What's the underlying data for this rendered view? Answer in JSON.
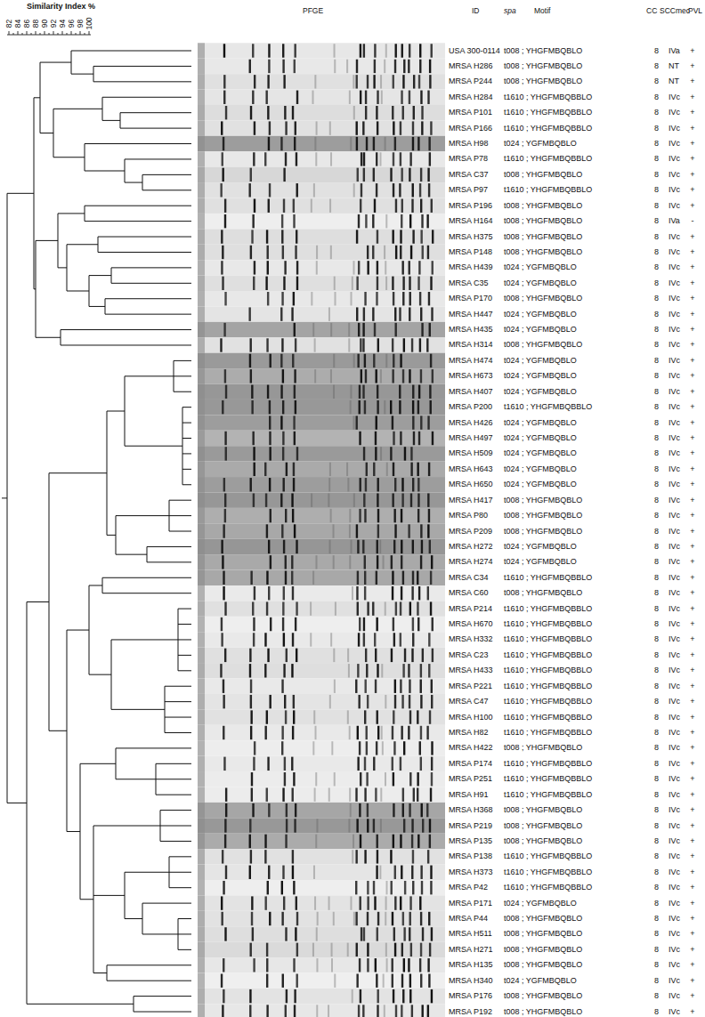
{
  "diagram": {
    "labels": [
      "Similarity Index %",
      "82",
      "84",
      "86",
      "88",
      "90",
      "92",
      "94",
      "96",
      "98",
      "100",
      "PFGE",
      "ID",
      "spa",
      "Motif",
      "CC",
      "SCCmec",
      "PVL",
      "USA 300-0114",
      "t008 ; YHGFMBQBLO",
      "8",
      "IVa",
      "+",
      "MRSA H286",
      "t008 ; YHGFMBQBLO",
      "8",
      "NT",
      "+",
      "MRSA P244",
      "t008 ; YHGFMBQBLO",
      "8",
      "NT",
      "+",
      "MRSA H284",
      "t1610 ; YHGFMBQBBLO",
      "8",
      "IVc",
      "+",
      "MRSA P101",
      "t1610 ; YHGFMBQBBLO",
      "8",
      "IVc",
      "+",
      "MRSA P166",
      "t1610 ; YHGFMBQBBLO",
      "8",
      "IVc",
      "+",
      "MRSA H98",
      "t024 ; YGFMBQBLO",
      "8",
      "IVc",
      "+",
      "MRSA P78",
      "t1610 ; YHGFMBQBBLO",
      "8",
      "IVc",
      "+",
      "MRSA C37",
      "t008 ; YHGFMBQBLO",
      "8",
      "IVc",
      "+",
      "MRSA P97",
      "t1610 ; YHGFMBQBBLO",
      "8",
      "IVc",
      "+",
      "MRSA P196",
      "t008 ; YHGFMBQBLO",
      "8",
      "IVc",
      "+",
      "MRSA H164",
      "t008 ; YHGFMBQBLO",
      "8",
      "IVa",
      "-",
      "MRSA H375",
      "t008 ; YHGFMBQBLO",
      "8",
      "IVc",
      "+",
      "MRSA P148",
      "t008 ; YHGFMBQBLO",
      "8",
      "IVc",
      "+",
      "MRSA H439",
      "t024 ; YGFMBQBLO",
      "8",
      "IVc",
      "+",
      "MRSA C35",
      "t024 ; YGFMBQBLO",
      "8",
      "IVc",
      "+",
      "MRSA P170",
      "t008 ; YHGFMBQBLO",
      "8",
      "IVc",
      "+",
      "MRSA H447",
      "t024 ; YGFMBQBLO",
      "8",
      "IVc",
      "+",
      "MRSA H435",
      "t024 ; YGFMBQBLO",
      "8",
      "IVc",
      "+",
      "MRSA H314",
      "t008 ; YHGFMBQBLO",
      "8",
      "IVc",
      "+",
      "MRSA H474",
      "t024 ; YGFMBQBLO",
      "8",
      "IVc",
      "+",
      "MRSA H673",
      "t024 ; YGFMBQBLO",
      "8",
      "IVc",
      "+",
      "MRSA H407",
      "t024 ; YGFMBQBLO",
      "8",
      "IVc",
      "+",
      "MRSA P200",
      "t1610 ; YHGFMBQBBLO",
      "8",
      "IVc",
      "+",
      "MRSA H426",
      "t024 ; YGFMBQBLO",
      "8",
      "IVc",
      "+",
      "MRSA H497",
      "t024 ; YGFMBQBLO",
      "8",
      "IVc",
      "+",
      "MRSA H509",
      "t024 ; YGFMBQBLO",
      "8",
      "IVc",
      "+",
      "MRSA H643",
      "t024 ; YGFMBQBLO",
      "8",
      "IVc",
      "+",
      "MRSA H650",
      "t024 ; YGFMBQBLO",
      "8",
      "IVc",
      "+",
      "MRSA H417",
      "t008 ; YHGFMBQBLO",
      "8",
      "IVc",
      "+",
      "MRSA P80",
      "t008 ; YHGFMBQBLO",
      "8",
      "IVc",
      "+",
      "MRSA P209",
      "t008 ; YHGFMBQBLO",
      "8",
      "IVc",
      "+",
      "MRSA H272",
      "t024 ; YGFMBQBLO",
      "8",
      "IVc",
      "+",
      "MRSA H274",
      "t024 ; YGFMBQBLO",
      "8",
      "IVc",
      "+",
      "MRSA C34",
      "t1610 ; YHGFMBQBBLO",
      "8",
      "IVc",
      "+",
      "MRSA C60",
      "t008 ; YHGFMBQBLO",
      "8",
      "IVc",
      "+",
      "MRSA P214",
      "t1610 ; YHGFMBQBBLO",
      "8",
      "IVc",
      "+",
      "MRSA H670",
      "t1610 ; YHGFMBQBBLO",
      "8",
      "IVc",
      "+",
      "MRSA H332",
      "t1610 ; YHGFMBQBBLO",
      "8",
      "IVc",
      "+",
      "MRSA C23",
      "t1610 ; YHGFMBQBBLO",
      "8",
      "IVc",
      "+",
      "MRSA H433",
      "t1610 ; YHGFMBQBBLO",
      "8",
      "IVc",
      "+",
      "MRSA P221",
      "t1610 ; YHGFMBQBBLO",
      "8",
      "IVc",
      "+",
      "MRSA C47",
      "t1610 ; YHGFMBQBBLO",
      "8",
      "IVc",
      "+",
      "MRSA H100",
      "t1610 ; YHGFMBQBBLO",
      "8",
      "IVc",
      "+",
      "MRSA H82",
      "t1610 ; YHGFMBQBBLO",
      "8",
      "IVc",
      "+",
      "MRSA H422",
      "t008 ; YHGFMBQBLO",
      "8",
      "IVc",
      "+",
      "MRSA P174",
      "t1610 ; YHGFMBQBBLO",
      "8",
      "IVc",
      "+",
      "MRSA P251",
      "t1610 ; YHGFMBQBBLO",
      "8",
      "IVc",
      "+",
      "MRSA H91",
      "t1610 ; YHGFMBQBBLO",
      "8",
      "IVc",
      "+",
      "MRSA H368",
      "t008 ; YHGFMBQBLO",
      "8",
      "IVc",
      "+",
      "MRSA P219",
      "t008 ; YHGFMBQBLO",
      "8",
      "IVc",
      "+",
      "MRSA P135",
      "t008 ; YHGFMBQBLO",
      "8",
      "IVc",
      "+",
      "MRSA P138",
      "t1610 ; YHGFMBQBBLO",
      "8",
      "IVc",
      "+",
      "MRSA H373",
      "t1610 ; YHGFMBQBBLO",
      "8",
      "IVc",
      "+",
      "MRSA P42",
      "t1610 ; YHGFMBQBBLO",
      "8",
      "IVc",
      "+",
      "MRSA P171",
      "t024 ; YGFMBQBLO",
      "8",
      "IVc",
      "+",
      "MRSA P44",
      "t008 ; YHGFMBQBLO",
      "8",
      "IVc",
      "+",
      "MRSA H511",
      "t008 ; YHGFMBQBLO",
      "8",
      "IVc",
      "+",
      "MRSA H271",
      "t008 ; YHGFMBQBLO",
      "8",
      "IVc",
      "+",
      "MRSA H135",
      "t008 ; YHGFMBQBLO",
      "8",
      "IVc",
      "+",
      "MRSA H340",
      "t024 ; YGFMBQBLO",
      "8",
      "IVc",
      "+",
      "MRSA P176",
      "t008 ; YHGFMBQBLO",
      "8",
      "IVc",
      "+",
      "MRSA P192",
      "t008 ; YHGFMBQBLO",
      "8",
      "IVc",
      "+"
    ]
  }
}
